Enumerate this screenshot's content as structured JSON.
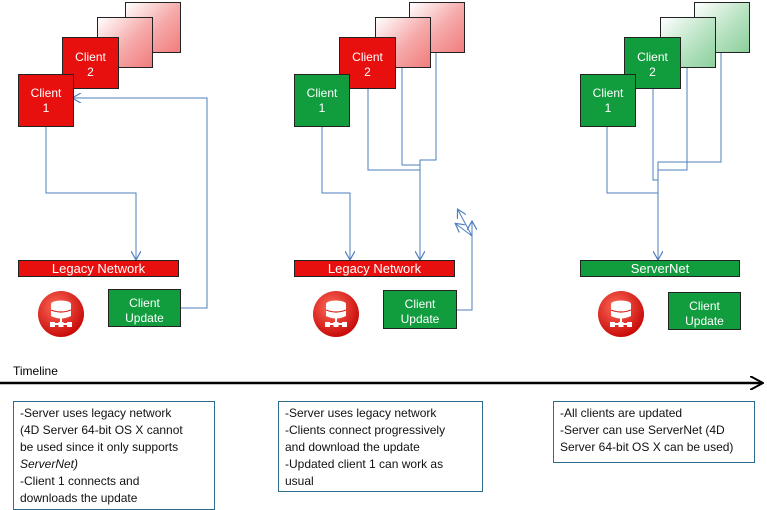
{
  "colors": {
    "legacy_red": "#e8100e",
    "servernet_green": "#119c3e",
    "connector_blue": "#4f7fbf",
    "note_border": "#2e6c8e"
  },
  "icons": {
    "server": "database-server-icon"
  },
  "phases": [
    {
      "clients": [
        {
          "label": "Client\n1",
          "state": "legacy"
        },
        {
          "label": "Client\n2",
          "state": "legacy"
        }
      ],
      "network_label": "Legacy Network",
      "update_label": "Client\nUpdate",
      "notes": [
        "-Server uses legacy network",
        "(4D Server 64-bit OS X cannot",
        "be used since it only supports",
        "ServerNet)",
        "-Client 1 connects and",
        "downloads the update"
      ]
    },
    {
      "clients": [
        {
          "label": "Client\n1",
          "state": "updated"
        },
        {
          "label": "Client\n2",
          "state": "legacy"
        }
      ],
      "network_label": "Legacy Network",
      "update_label": "Client\nUpdate",
      "notes": [
        "-Server uses legacy network",
        "-Clients connect progressively",
        "and download the update",
        "-Updated client 1 can work as",
        "usual"
      ]
    },
    {
      "clients": [
        {
          "label": "Client\n1",
          "state": "updated"
        },
        {
          "label": "Client\n2",
          "state": "updated"
        }
      ],
      "network_label": "ServerNet",
      "update_label": "Client\nUpdate",
      "notes": [
        "-All clients are updated",
        "-Server can use ServerNet (4D",
        "Server 64-bit OS X can be used)"
      ]
    }
  ],
  "timeline": {
    "label": "Timeline"
  }
}
